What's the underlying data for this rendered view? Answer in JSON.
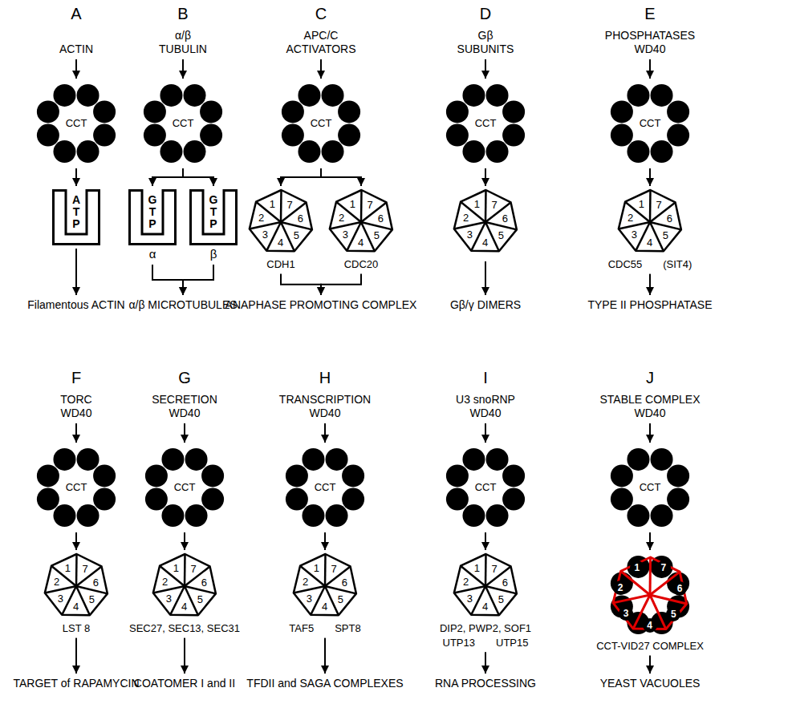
{
  "diagram": {
    "nodes": [
      {
        "text": [
          "ACTIN"
        ]
      },
      {
        "text": [
          "CCT"
        ]
      },
      {
        "text": [
          "A T P"
        ]
      },
      {
        "text": [
          "Filamentous ACTIN"
        ]
      },
      {
        "text": [
          "α/β TUBULIN"
        ]
      },
      {
        "text": [
          "CCT"
        ]
      },
      {
        "text": [
          "G T P",
          "α"
        ]
      },
      {
        "text": [
          "G T P",
          "β"
        ]
      },
      {
        "text": [
          "α/β MICROTUBULES"
        ]
      },
      {
        "text": [
          "APC/C ACTIVATORS"
        ]
      },
      {
        "text": [
          "CCT"
        ]
      },
      {
        "text": [
          "1",
          "2",
          "3",
          "4",
          "5",
          "6",
          "7",
          "CDH1"
        ]
      },
      {
        "text": [
          "1",
          "2",
          "3",
          "4",
          "5",
          "6",
          "7",
          "CDC20"
        ]
      },
      {
        "text": [
          "ANAPHASE PROMOTING COMPLEX"
        ]
      },
      {
        "text": [
          "Gβ SUBUNITS"
        ]
      },
      {
        "text": [
          "CCT"
        ]
      },
      {
        "text": [
          "1",
          "2",
          "3",
          "4",
          "5",
          "6",
          "7"
        ]
      },
      {
        "text": [
          "Gβ/γ DIMERS"
        ]
      },
      {
        "text": [
          "PHOSPHATASES WD40"
        ]
      },
      {
        "text": [
          "CCT"
        ]
      },
      {
        "text": [
          "1",
          "2",
          "3",
          "4",
          "5",
          "6",
          "7",
          "CDC55",
          "(SIT4)"
        ]
      },
      {
        "text": [
          "TYPE II PHOSPHATASE"
        ]
      },
      {
        "text": [
          "TORC WD40"
        ]
      },
      {
        "text": [
          "CCT"
        ]
      },
      {
        "text": [
          "1",
          "2",
          "3",
          "4",
          "5",
          "6",
          "7",
          "LST 8"
        ]
      },
      {
        "text": [
          "TARGET of RAPAMYCIN"
        ]
      },
      {
        "text": [
          "SECRETION WD40"
        ]
      },
      {
        "text": [
          "CCT"
        ]
      },
      {
        "text": [
          "1",
          "2",
          "3",
          "4",
          "5",
          "6",
          "7",
          "SEC27, SEC13, SEC31"
        ]
      },
      {
        "text": [
          "COATOMER I and II"
        ]
      },
      {
        "text": [
          "TRANSCRIPTION WD40"
        ]
      },
      {
        "text": [
          "CCT"
        ]
      },
      {
        "text": [
          "1",
          "2",
          "3",
          "4",
          "5",
          "6",
          "7",
          "TAF5",
          "SPT8"
        ]
      },
      {
        "text": [
          "TFDII and SAGA COMPLEXES"
        ]
      },
      {
        "text": [
          "U3 snoRNP WD40"
        ]
      },
      {
        "text": [
          "CCT"
        ]
      },
      {
        "text": [
          "1",
          "2",
          "3",
          "4",
          "5",
          "6",
          "7",
          "DIP2, PWP2, SOF1",
          "UTP13",
          "UTP15"
        ]
      },
      {
        "text": [
          "RNA PROCESSING"
        ]
      },
      {
        "text": [
          "STABLE COMPLEX WD40"
        ]
      },
      {
        "text": [
          "CCT"
        ]
      },
      {
        "text": [
          "1",
          "2",
          "3",
          "4",
          "5",
          "6",
          "7",
          "CCT-VID27 COMPLEX"
        ]
      },
      {
        "text": [
          "YEAST VACUOLES"
        ]
      }
    ],
    "edges": [
      {
        "from": 0,
        "to": 1,
        "arrow": "to"
      },
      {
        "from": 1,
        "to": 2,
        "arrow": "to"
      },
      {
        "from": 2,
        "to": 3,
        "arrow": "to"
      },
      {
        "from": 4,
        "to": 5,
        "arrow": "to"
      },
      {
        "from": 5,
        "to": 6,
        "arrow": "to"
      },
      {
        "from": 5,
        "to": 7,
        "arrow": "to"
      },
      {
        "from": 6,
        "to": 8,
        "arrow": "to"
      },
      {
        "from": 7,
        "to": 8,
        "arrow": "to"
      },
      {
        "from": 9,
        "to": 10,
        "arrow": "to"
      },
      {
        "from": 10,
        "to": 11,
        "arrow": "to"
      },
      {
        "from": 10,
        "to": 12,
        "arrow": "to"
      },
      {
        "from": 11,
        "to": 13,
        "arrow": "to"
      },
      {
        "from": 12,
        "to": 13,
        "arrow": "to"
      },
      {
        "from": 14,
        "to": 15,
        "arrow": "to"
      },
      {
        "from": 15,
        "to": 16,
        "arrow": "to"
      },
      {
        "from": 16,
        "to": 17,
        "arrow": "to"
      },
      {
        "from": 18,
        "to": 19,
        "arrow": "to"
      },
      {
        "from": 19,
        "to": 20,
        "arrow": "to"
      },
      {
        "from": 20,
        "to": 21,
        "arrow": "to"
      },
      {
        "from": 22,
        "to": 23,
        "arrow": "to"
      },
      {
        "from": 23,
        "to": 24,
        "arrow": "to"
      },
      {
        "from": 24,
        "to": 25,
        "arrow": "to"
      },
      {
        "from": 26,
        "to": 27,
        "arrow": "to"
      },
      {
        "from": 27,
        "to": 28,
        "arrow": "to"
      },
      {
        "from": 28,
        "to": 29,
        "arrow": "to"
      },
      {
        "from": 30,
        "to": 31,
        "arrow": "to"
      },
      {
        "from": 31,
        "to": 32,
        "arrow": "to"
      },
      {
        "from": 32,
        "to": 33,
        "arrow": "to"
      },
      {
        "from": 34,
        "to": 35,
        "arrow": "to"
      },
      {
        "from": 35,
        "to": 36,
        "arrow": "to"
      },
      {
        "from": 36,
        "to": 37,
        "arrow": "to"
      },
      {
        "from": 38,
        "to": 39,
        "arrow": "to"
      },
      {
        "from": 39,
        "to": 40,
        "arrow": "to"
      },
      {
        "from": 40,
        "to": 41,
        "arrow": "to"
      }
    ],
    "labels": [
      "A",
      "B",
      "C",
      "D",
      "E",
      "F",
      "G",
      "H",
      "I",
      "J"
    ]
  }
}
